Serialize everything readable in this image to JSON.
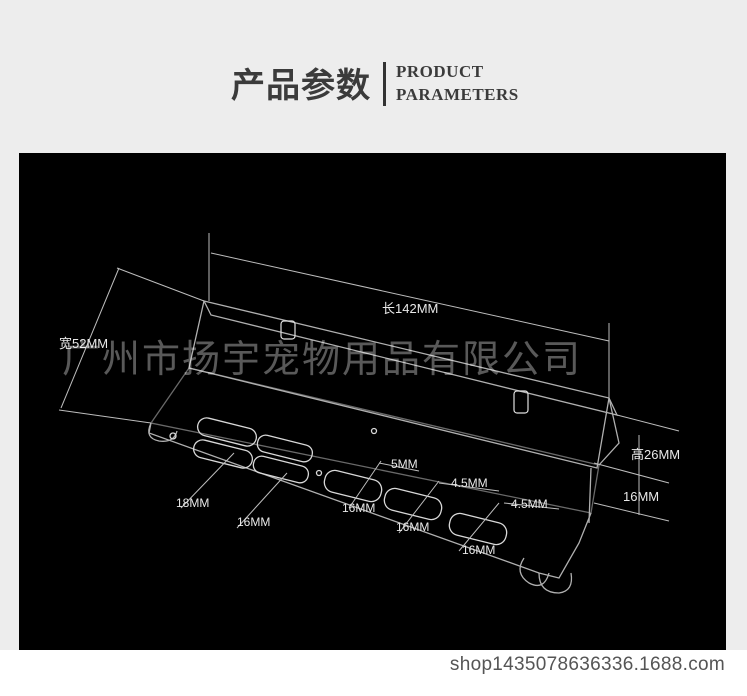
{
  "header": {
    "title_cn": "产品参数",
    "title_en_line1": "PRODUCT",
    "title_en_line2": "PARAMETERS"
  },
  "photo": {
    "watermark": "广州市扬宇宠物用品有限公司",
    "measurements": {
      "length": "长142MM",
      "width": "宽52MM",
      "height": "高26MM",
      "side_16": "16MM",
      "slot_5": "5MM",
      "slot_45a": "4.5MM",
      "slot_45b": "4.5MM",
      "slot_18": "18MM",
      "slot_16a": "16MM",
      "slot_16b": "16MM",
      "slot_16c": "16MM",
      "slot_16d": "16MM"
    }
  },
  "footer": {
    "shop_url": "shop1435078636336.1688.com"
  }
}
